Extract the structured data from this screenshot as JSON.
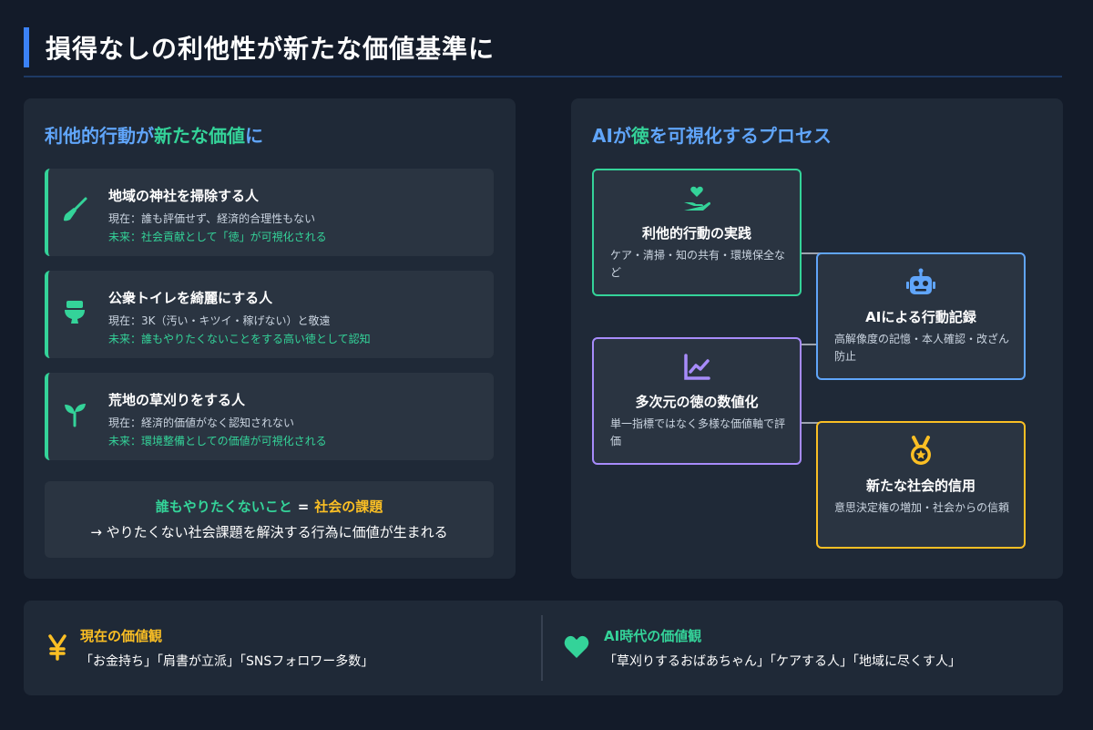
{
  "page_title": "損得なしの利他性が新たな価値基準に",
  "left_panel": {
    "heading_part1": "利他的行動が",
    "heading_part2": "新たな価値",
    "heading_part3": "に",
    "cards": [
      {
        "icon": "broom-icon",
        "title": "地域の神社を掃除する人",
        "now": "現在：誰も評価せず、経済的合理性もない",
        "future": "未来：社会貢献として「徳」が可視化される"
      },
      {
        "icon": "toilet-icon",
        "title": "公衆トイレを綺麗にする人",
        "now": "現在：3K（汚い・キツイ・稼げない）と敬遠",
        "future": "未来：誰もやりたくないことをする高い徳として認知"
      },
      {
        "icon": "seedling-icon",
        "title": "荒地の草刈りをする人",
        "now": "現在：経済的価値がなく認知されない",
        "future": "未来：環境整備としての価値が可視化される"
      }
    ],
    "summary": {
      "left": "誰もやりたくないこと",
      "equals": "=",
      "right": "社会の課題",
      "line2": "→ やりたくない社会課題を解決する行為に価値が生まれる"
    }
  },
  "right_panel": {
    "heading_part1": "AIが",
    "heading_part2": "徳",
    "heading_part3": "を可視化するプロセス",
    "steps": [
      {
        "icon": "heart-hand-icon",
        "title": "利他的行動の実践",
        "desc": "ケア・清掃・知の共有・環境保全など"
      },
      {
        "icon": "robot-icon",
        "title": "AIによる行動記録",
        "desc": "高解像度の記憶・本人確認・改ざん防止"
      },
      {
        "icon": "chart-line-icon",
        "title": "多次元の徳の数値化",
        "desc": "単一指標ではなく多様な価値軸で評価"
      },
      {
        "icon": "medal-icon",
        "title": "新たな社会的信用",
        "desc": "意思決定権の増加・社会からの信頼"
      }
    ]
  },
  "bottom": {
    "current": {
      "icon": "yen-icon",
      "title": "現在の価値観",
      "text": "「お金持ち」「肩書が立派」「SNSフォロワー多数」"
    },
    "ai_era": {
      "icon": "heart-icon",
      "title": "AI時代の価値観",
      "text": "「草刈りするおばあちゃん」「ケアする人」「地域に尽くす人」"
    }
  },
  "colors": {
    "accent_blue": "#3b82f6",
    "green": "#34d399",
    "blue": "#60a5fa",
    "purple": "#a78bfa",
    "yellow": "#fbbf24"
  }
}
